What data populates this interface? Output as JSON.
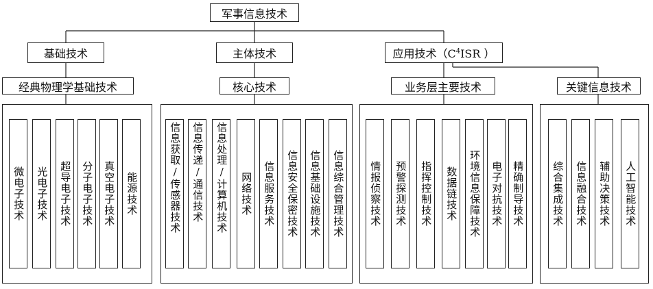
{
  "root": "军事信息技术",
  "branch1": {
    "label": "基础技术",
    "sub": "经典物理学基础技术",
    "leaves": [
      "微电子技术",
      "光电子技术",
      "超导电子技术",
      "分子电子技术",
      "真空电子技术",
      "能源技术"
    ]
  },
  "branch2": {
    "label": "主体技术",
    "sub": "核心技术",
    "leaves": [
      "信息获取/传感器技术",
      "信息传递/通信技术",
      "信息处理/计算机技术",
      "网络技术",
      "信息服务技术",
      "信息安全保密技术",
      "信息基础设施技术",
      "信息综合管理技术"
    ]
  },
  "branch3": {
    "label_prefix": "应用技术（C",
    "label_sup": "4",
    "label_suffix": "ISR ）",
    "sub_a": "业务层主要技术",
    "sub_b": "关键信息技术",
    "leaves_a": [
      "情报侦察技术",
      "预警探测技术",
      "指挥控制技术",
      "数据链技术",
      "环境信息保障技术",
      "电子对抗技术",
      "精确制导技术"
    ],
    "leaves_b": [
      "综合集成技术",
      "信息融合技术",
      "辅助决策技术",
      "人工智能技术"
    ]
  }
}
